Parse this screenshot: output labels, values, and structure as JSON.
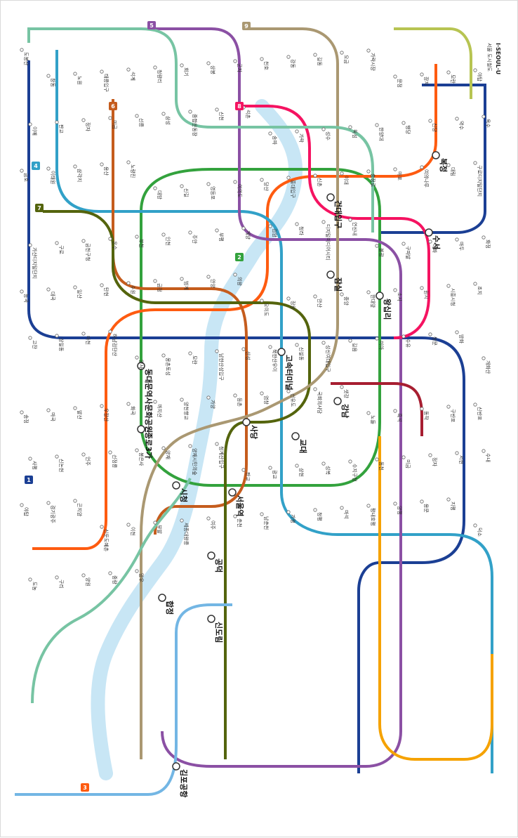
{
  "brand": {
    "text": "I·SEOUL·U",
    "subtitle": "서울 도시철도"
  },
  "colors": {
    "line1": "#1b3f94",
    "line2": "#33a23d",
    "line3": "#fe5b10",
    "line4": "#32a1c8",
    "line5": "#8b50a4",
    "line6": "#c55c1d",
    "line7": "#54640d",
    "line8": "#f51361",
    "line9": "#aa9872",
    "airport": "#73b6e4",
    "gyeongui": "#77c4a3",
    "suin": "#f5a200",
    "sinbundang": "#a71e31",
    "ui": "#b7c452",
    "river": "#c8e6f5"
  },
  "line_badges": [
    "1",
    "2",
    "3",
    "4",
    "5",
    "6",
    "7",
    "8",
    "9"
  ],
  "big_stations": [
    "서울역",
    "시청",
    "종로3가",
    "동대문역사문화공원",
    "왕십리",
    "건대입구",
    "잠실",
    "사당",
    "고속터미널",
    "신도림",
    "김포공항",
    "공덕",
    "합정",
    "교대",
    "강남",
    "수서",
    "복정"
  ],
  "stations": [
    "도봉산",
    "창동",
    "노원",
    "태릉입구",
    "석계",
    "청량리",
    "회기",
    "상봉",
    "군자",
    "천호",
    "강동",
    "길동",
    "오금",
    "가락시장",
    "문정",
    "장지",
    "모란",
    "야탑",
    "이매",
    "판교",
    "정자",
    "미금",
    "선릉",
    "삼성",
    "종합운동장",
    "신천",
    "석촌",
    "송파",
    "가락",
    "성수",
    "뚝섬",
    "한양대",
    "행당",
    "신당",
    "약수",
    "옥수",
    "금호",
    "이태원",
    "삼각지",
    "용산",
    "노량진",
    "대방",
    "신길",
    "영등포",
    "여의도",
    "당산",
    "홍대입구",
    "신촌",
    "이대",
    "충정로",
    "마포",
    "여의나루",
    "대림",
    "구로디지털단지",
    "가산디지털단지",
    "구로",
    "금천구청",
    "온수",
    "부천",
    "인천",
    "주안",
    "부평",
    "계양",
    "검암",
    "청라",
    "디지털미디어시티",
    "연신내",
    "불광",
    "구파발",
    "대화",
    "마두",
    "화정",
    "능곡",
    "대곡",
    "일산",
    "탄현",
    "수원",
    "금정",
    "범계",
    "안양",
    "의왕",
    "오이도",
    "정왕",
    "안산",
    "중앙",
    "한대앞",
    "소사",
    "원시",
    "시흥시청",
    "초지",
    "고잔",
    "상일동",
    "마천",
    "하남검단산",
    "암사",
    "몽촌토성",
    "모란",
    "남한산성입구",
    "산성",
    "북한산우이",
    "신설동",
    "성신여대입구",
    "길음",
    "미아",
    "수유",
    "쌍문",
    "방화",
    "개화산",
    "송정",
    "마곡",
    "발산",
    "우장산",
    "화곡",
    "까치산",
    "양천향교",
    "가양",
    "등촌",
    "염창",
    "선유도",
    "국회의사당",
    "샛강",
    "노들",
    "흑석",
    "동작",
    "구반포",
    "신반포",
    "사평",
    "신논현",
    "언주",
    "선정릉",
    "봉은사",
    "양재",
    "양재시민의숲",
    "청계산입구",
    "판교",
    "광교",
    "상현",
    "성복",
    "수지구청",
    "동천",
    "미금",
    "정자",
    "서현",
    "수내",
    "야탑",
    "경기광주",
    "곤지암",
    "신둔도예촌",
    "이천",
    "부발",
    "세종대왕릉",
    "여주",
    "춘천",
    "남춘천",
    "가평",
    "청평",
    "마석",
    "평내호평",
    "양평",
    "용문",
    "지평",
    "덕소",
    "도농",
    "구리",
    "양원",
    "중랑",
    "망우"
  ]
}
